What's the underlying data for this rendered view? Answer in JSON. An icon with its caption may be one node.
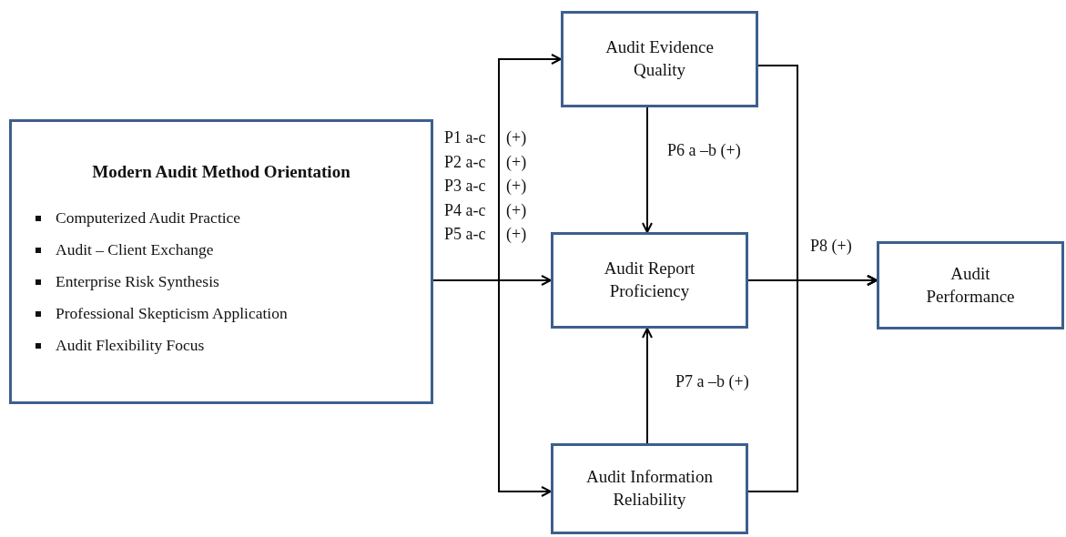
{
  "diagram": {
    "nodes": [
      {
        "text": [
          "Modern Audit Method Orientation",
          "Computerized Audit Practice",
          "Audit – Client Exchange",
          "Enterprise Risk Synthesis",
          "Professional Skepticism Application",
          "Audit Flexibility Focus"
        ]
      },
      {
        "text": [
          "Audit Evidence Quality"
        ]
      },
      {
        "text": [
          "Audit Report Proficiency"
        ]
      },
      {
        "text": [
          "Audit Performance"
        ]
      },
      {
        "text": [
          "Audit Information Reliability"
        ]
      }
    ],
    "edges": [
      {
        "from": 0,
        "to": 1,
        "arrow": "to"
      },
      {
        "from": 0,
        "to": 2,
        "arrow": "to"
      },
      {
        "from": 0,
        "to": 4,
        "arrow": "to"
      },
      {
        "from": 1,
        "to": 2,
        "arrow": "to",
        "label": "P6 a –b (+)"
      },
      {
        "from": 4,
        "to": 2,
        "arrow": "to",
        "label": "P7 a –b (+)"
      },
      {
        "from": 2,
        "to": 3,
        "arrow": "to",
        "label": "P8 (+)"
      },
      {
        "from": 1,
        "to": 3,
        "arrow": "to"
      },
      {
        "from": 4,
        "to": 3,
        "arrow": "to"
      }
    ],
    "labels": [
      "P1 a-c",
      "(+)",
      "P2 a-c",
      "(+)",
      "P3 a-c",
      "(+)",
      "P4 a-c",
      "(+)",
      "P5 a-c",
      "(+)"
    ]
  }
}
